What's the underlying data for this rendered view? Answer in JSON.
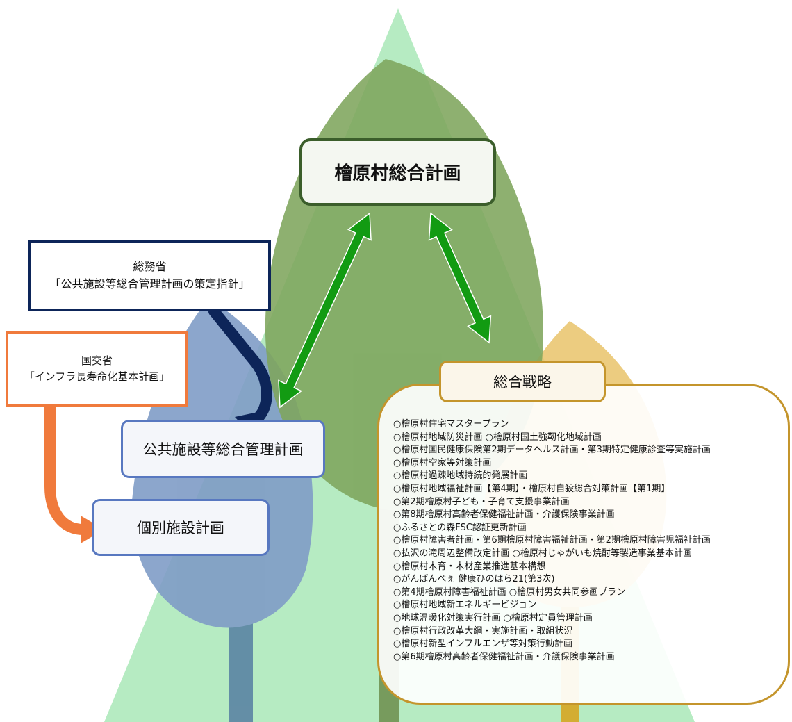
{
  "main_plan": {
    "label": "檜原村総合計画"
  },
  "somusho": {
    "line1": "総務省",
    "line2": "「公共施設等総合管理計画の策定指針」"
  },
  "kokkosho": {
    "line1": "国交省",
    "line2": "「インフラ長寿命化基本計画」"
  },
  "public_facility_plan": {
    "label": "公共施設等総合管理計画"
  },
  "individual_facility_plan": {
    "label": "個別施設計画"
  },
  "strategy": {
    "title": "総合戦略",
    "items": [
      "○檜原村住宅マスタープラン",
      "○檜原村地域防災計画 ○檜原村国土強靭化地域計画",
      "○檜原村国民健康保険第2期データヘルス計画・第3期特定健康診査等実施計画",
      "○檜原村空家等対策計画",
      "○檜原村過疎地域持続的発展計画",
      "○檜原村地域福祉計画【第4期】・檜原村自殺総合対策計画【第1期】",
      "○第2期檜原村子ども・子育て支援事業計画",
      "○第8期檜原村高齢者保健福祉計画・介護保険事業計画",
      "○ふるさとの森FSC認証更新計画",
      "○檜原村障害者計画・第6期檜原村障害福祉計画・第2期檜原村障害児福祉計画",
      "○払沢の滝周辺整備改定計画 ○檜原村じゃがいも焼酎等製造事業基本計画",
      "○檜原村木育・木材産業推進基本構想",
      "○がんばんべぇ 健康ひのはら21(第3次)",
      "○第4期檜原村障害福祉計画 ○檜原村男女共同参画プラン",
      "○檜原村地域新エネルギービジョン",
      "○地球温暖化対策実行計画 ○檜原村定員管理計画",
      "○檜原村行政改革大綱・実施計画・取組状況",
      "○檜原村新型インフルエンザ等対策行動計画",
      "○第6期檜原村高齢者保健福祉計画・介護保険事業計画"
    ]
  },
  "colors": {
    "triangle": "#b6ebc2",
    "tree_green": "#7ea55c",
    "tree_blue": "#7f9cc6",
    "tree_yellow": "#e9c36a",
    "arrow_green": "#129b12",
    "arrow_navy": "#0d2559",
    "arrow_orange": "#f07a3c"
  }
}
